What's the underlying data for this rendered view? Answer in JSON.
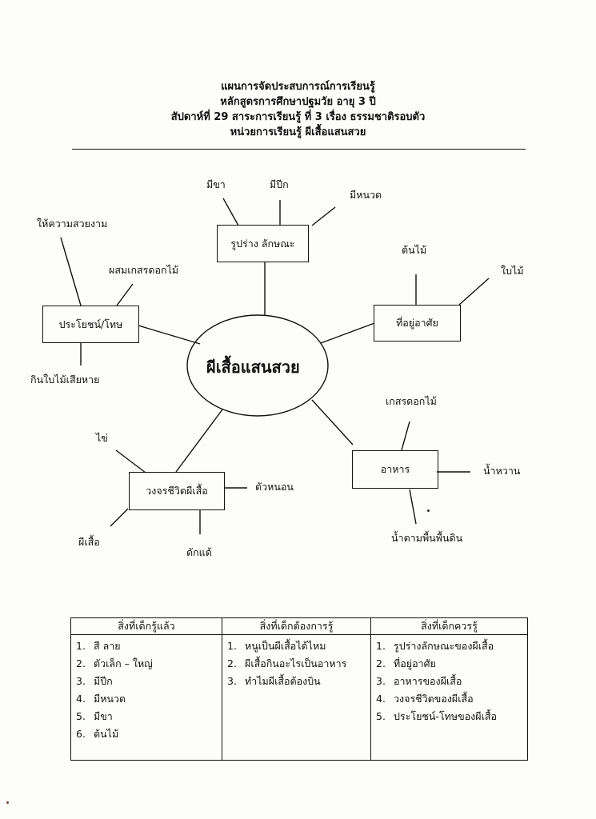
{
  "header": {
    "line1": "แผนการจัดประสบการณ์การเรียนรู้",
    "line2": "หลักสูตรการศึกษาปฐมวัย  อายุ 3 ปี",
    "line3": "สัปดาห์ที่  29  สาระการเรียนรู้  ที่ 3  เรื่อง  ธรรมชาติรอบตัว",
    "line4": "หน่วยการเรียนรู้   ผีเสื้อแสนสวย"
  },
  "mindmap": {
    "center": "ผีเสื้อแสนสวย",
    "branches": {
      "shape": {
        "title": "รูปร่าง  ลักษณะ",
        "leaves": [
          "มีขา",
          "มีปีก",
          "มีหนวด"
        ]
      },
      "habitat": {
        "title": "ที่อยู่อาศัย",
        "leaves": [
          "ต้นไม้",
          "ใบไม้"
        ]
      },
      "food": {
        "title": "อาหาร",
        "leaves": [
          "เกสรดอกไม้",
          "น้ำหวาน",
          "น้ำตามพื้นพื้นดิน"
        ]
      },
      "lifecycle": {
        "title": "วงจรชีวิตผีเสื้อ",
        "leaves": [
          "ไข่",
          "ตัวหนอน",
          "ดักแด้",
          "ผีเสื้อ"
        ]
      },
      "benefit": {
        "title": "ประโยชน์/โทษ",
        "leaves": [
          "ให้ความสวยงาม",
          "ผสมเกสรดอกไม้",
          "กินใบไม้เสียหาย"
        ]
      }
    }
  },
  "table": {
    "headers": [
      "สิ่งที่เด็กรู้แล้ว",
      "สิ่งที่เด็กต้องการรู้",
      "สิ่งที่เด็กควรรู้"
    ],
    "columns": [
      [
        {
          "num": "1.",
          "text": "สี  ลาย"
        },
        {
          "num": "2.",
          "text": "ตัวเล็ก – ใหญ่"
        },
        {
          "num": "3.",
          "text": "มีปีก"
        },
        {
          "num": "4.",
          "text": "มีหนวด"
        },
        {
          "num": "5.",
          "text": "มีขา"
        },
        {
          "num": "6.",
          "text": "ต้นไม้"
        }
      ],
      [
        {
          "num": "1.",
          "text": "หนูเป็นผีเสื้อได้ไหม"
        },
        {
          "num": "2.",
          "text": "ผีเสื้อกินอะไรเป็นอาหาร"
        },
        {
          "num": "3.",
          "text": "ทำไมผีเสื้อต้องบิน"
        }
      ],
      [
        {
          "num": "1.",
          "text": "รูปร่างลักษณะของผีเสื้อ"
        },
        {
          "num": "2.",
          "text": "ที่อยู่อาศัย"
        },
        {
          "num": "3.",
          "text": "อาหารของผีเสื้อ"
        },
        {
          "num": "4.",
          "text": "วงจรชีวิตของผีเสื้อ"
        },
        {
          "num": "5.",
          "text": "ประโยชน์-โทษของผีเสื้อ"
        }
      ]
    ]
  },
  "colors": {
    "ink": "#111111",
    "paper": "#fdfdfc"
  }
}
